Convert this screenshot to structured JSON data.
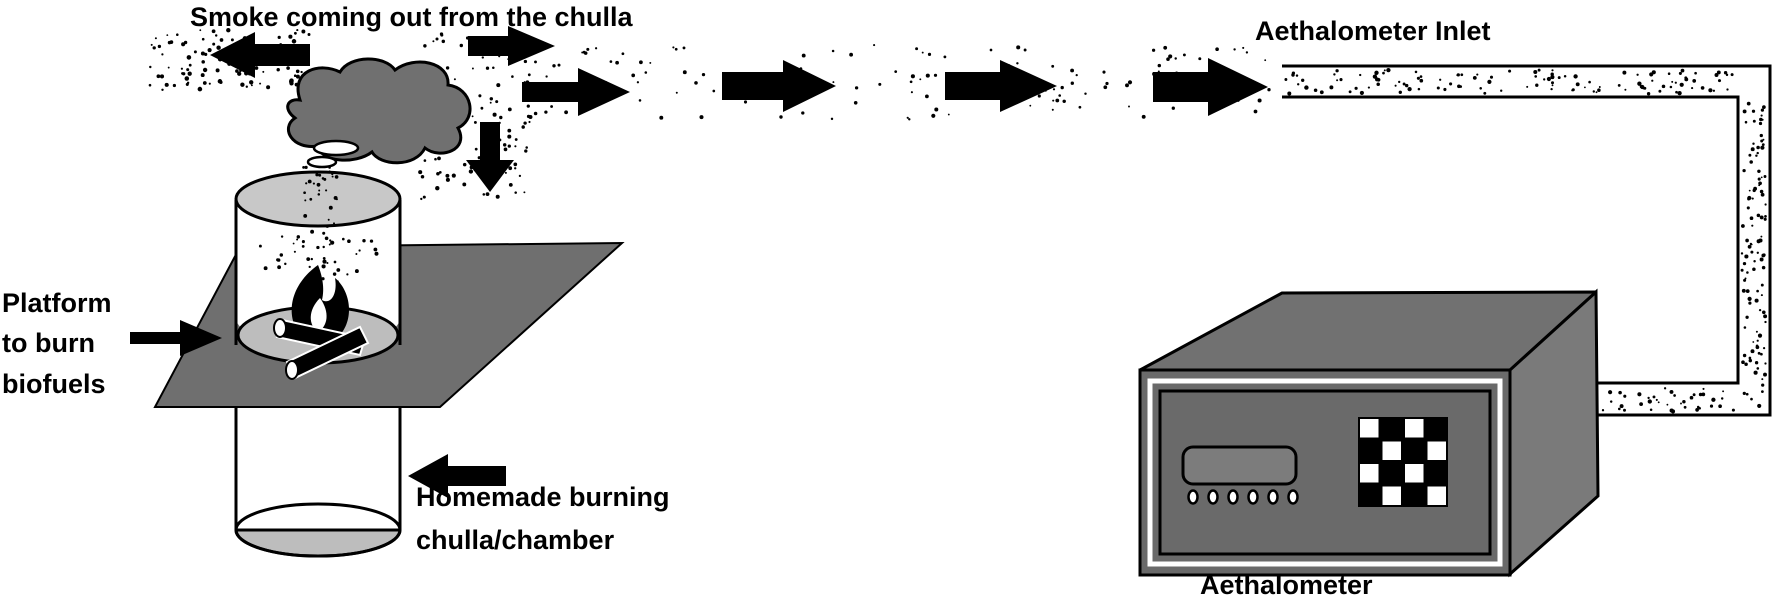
{
  "labels": {
    "smoke": "Smoke coming out from the chulla",
    "inlet": "Aethalometer Inlet",
    "platform_line1": "Platform",
    "platform_line2": "to burn",
    "platform_line3": "biofuels",
    "chamber_line1": "Homemade burning",
    "chamber_line2": "chulla/chamber",
    "instrument": "Aethalometer"
  },
  "colors": {
    "background": "#ffffff",
    "ink": "#000000",
    "platform": "#6f6f6f",
    "smoke_cloud": "#707070",
    "chamber_top": "#c8c8c8",
    "chamber_bottom": "#bdbdbd",
    "device_top": "#717171",
    "device_side": "#7a7a7a",
    "device_front": "#6a6a6a",
    "display": "#7c7c7c",
    "fire_inner": "#ffffff"
  },
  "icons": {
    "flow_arrow": "arrow-right-icon",
    "fire": "fire-icon",
    "cloud": "smoke-cloud-icon",
    "keypad": "checkerboard-keypad-icon"
  }
}
